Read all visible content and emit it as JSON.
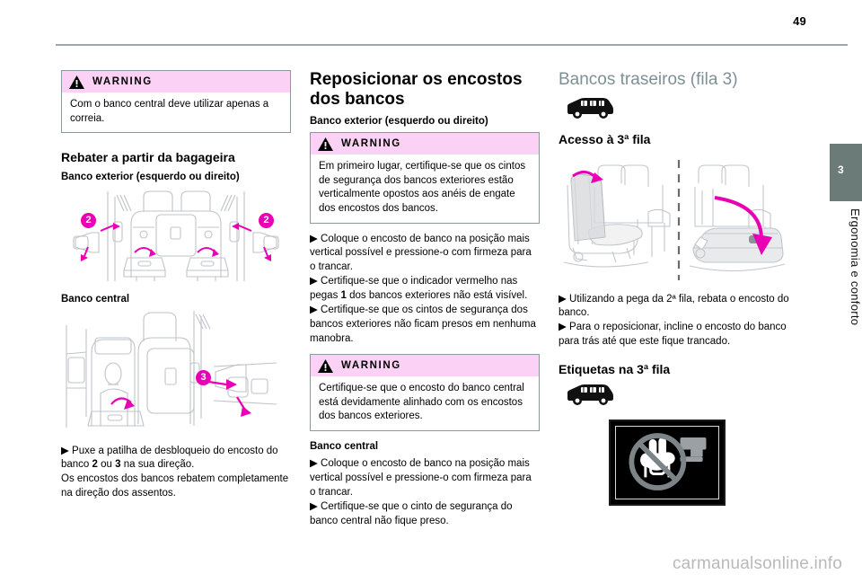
{
  "page": {
    "number": "49",
    "watermark": "carmanualsonline.info"
  },
  "chapter_tab": {
    "number": "3",
    "title": "Ergonomia e conforto"
  },
  "warning_label_text": "WARNING",
  "column_left": {
    "warning_1": {
      "label": "WARNING",
      "body": "Com o banco central deve utilizar apenas a correia."
    },
    "heading": "Rebater a partir da bagageira",
    "sub_heading_1": "Banco exterior (esquerdo ou direito)",
    "figure_1": {
      "name": "rear-seats-from-boot-diagram",
      "callouts": [
        "2",
        "2"
      ]
    },
    "sub_heading_2": "Banco central",
    "figure_2": {
      "name": "centre-seat-from-boot-diagram",
      "callouts": [
        "3"
      ]
    },
    "paragraph_1_line_1": "▶  Puxe a patilha de desbloqueio do encosto do banco ",
    "paragraph_1_bold_a": "2",
    "paragraph_1_mid": " ou ",
    "paragraph_1_bold_b": "3",
    "paragraph_1_end": " na sua direção.",
    "paragraph_2": "Os encostos dos bancos rebatem completamente na direção dos assentos."
  },
  "column_middle": {
    "heading": "Reposicionar os encostos dos bancos",
    "sub_heading_1": "Banco exterior (esquerdo ou direito)",
    "warning_1": {
      "label": "WARNING",
      "body": "Em primeiro lugar, certifique-se que os cintos de segurança dos bancos exteriores estão verticalmente opostos aos anéis de engate dos encostos dos bancos."
    },
    "paragraph_1": "▶  Coloque o encosto de banco na posição mais vertical possível e pressione-o com firmeza para o trancar.",
    "paragraph_2_start": "▶  Certifique-se que o indicador vermelho nas pegas ",
    "paragraph_2_bold": "1",
    "paragraph_2_end": " dos bancos exteriores não está visível.",
    "paragraph_3": "▶  Certifique-se que os cintos de segurança dos bancos exteriores não ficam presos em nenhuma manobra.",
    "warning_2": {
      "label": "WARNING",
      "body": "Certifique-se que o encosto do banco central está devidamente alinhado com os encostos dos bancos exteriores."
    },
    "sub_heading_2": "Banco central",
    "paragraph_4": "▶  Coloque o encosto de banco na posição mais vertical possível e pressione-o com firmeza para o trancar.",
    "paragraph_5": "▶  Certifique-se que o cinto de segurança do banco central não fique preso."
  },
  "column_right": {
    "heading": "Bancos traseiros (fila 3)",
    "vehicle_icon_1": "van-icon",
    "sub_heading_1": "Acesso à 3ª fila",
    "figure_1": {
      "name": "third-row-access-diagram",
      "left_view": "seat-backrest-folding",
      "right_view": "seat-tumbled-forward"
    },
    "paragraph_1": "▶  Utilizando a pega da 2ª fila, rebata o encosto do banco.",
    "paragraph_2": "▶  Para o reposicionar, incline o encosto do banco para trás até que este fique trancado.",
    "sub_heading_2": "Etiquetas na 3ª fila",
    "vehicle_icon_2": "van-icon",
    "label_image": {
      "name": "no-hands-warning-label",
      "symbol": "prohibition-hand"
    }
  },
  "colors": {
    "warning_header_bg": "#fbd2f5",
    "warning_border": "#8c9aa0",
    "accent_magenta": "#ea00b4",
    "chapter_tab_bg": "#6b7b78",
    "heading_gray": "#7f9094",
    "rule_gray": "#9aa7ae"
  }
}
